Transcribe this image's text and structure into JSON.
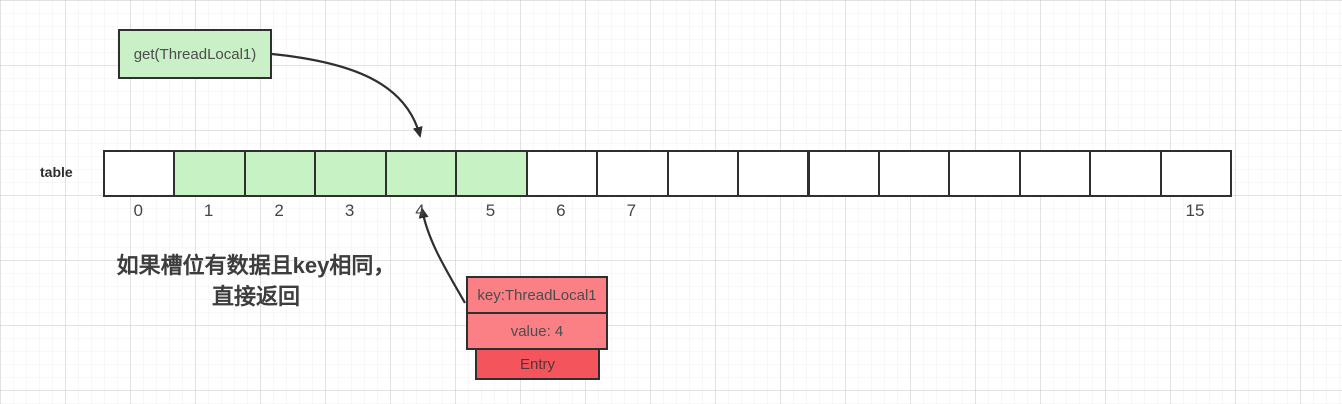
{
  "colors": {
    "green_box": "#c9f0c6",
    "green_cell": "#c7f2c4",
    "pink": "#fa8086",
    "red": "#f4555c",
    "border": "#2f2f2f"
  },
  "get_box": {
    "label": "get(ThreadLocal1)"
  },
  "table": {
    "label": "table",
    "cells": [
      {
        "index": "0",
        "highlighted": false
      },
      {
        "index": "1",
        "highlighted": true
      },
      {
        "index": "2",
        "highlighted": true
      },
      {
        "index": "3",
        "highlighted": true
      },
      {
        "index": "4",
        "highlighted": true
      },
      {
        "index": "5",
        "highlighted": true
      },
      {
        "index": "6",
        "highlighted": false
      },
      {
        "index": "7",
        "highlighted": false
      },
      {
        "index": "",
        "highlighted": false
      },
      {
        "index": "",
        "highlighted": false
      },
      {
        "index": "",
        "highlighted": false
      },
      {
        "index": "",
        "highlighted": false
      },
      {
        "index": "",
        "highlighted": false
      },
      {
        "index": "",
        "highlighted": false
      },
      {
        "index": "",
        "highlighted": false
      },
      {
        "index": "15",
        "highlighted": false
      }
    ]
  },
  "annotation": {
    "line1": "如果槽位有数据且key相同，",
    "line2": "直接返回"
  },
  "entry_stack": {
    "key": "key:ThreadLocal1",
    "value": "value: 4",
    "label": "Entry"
  }
}
